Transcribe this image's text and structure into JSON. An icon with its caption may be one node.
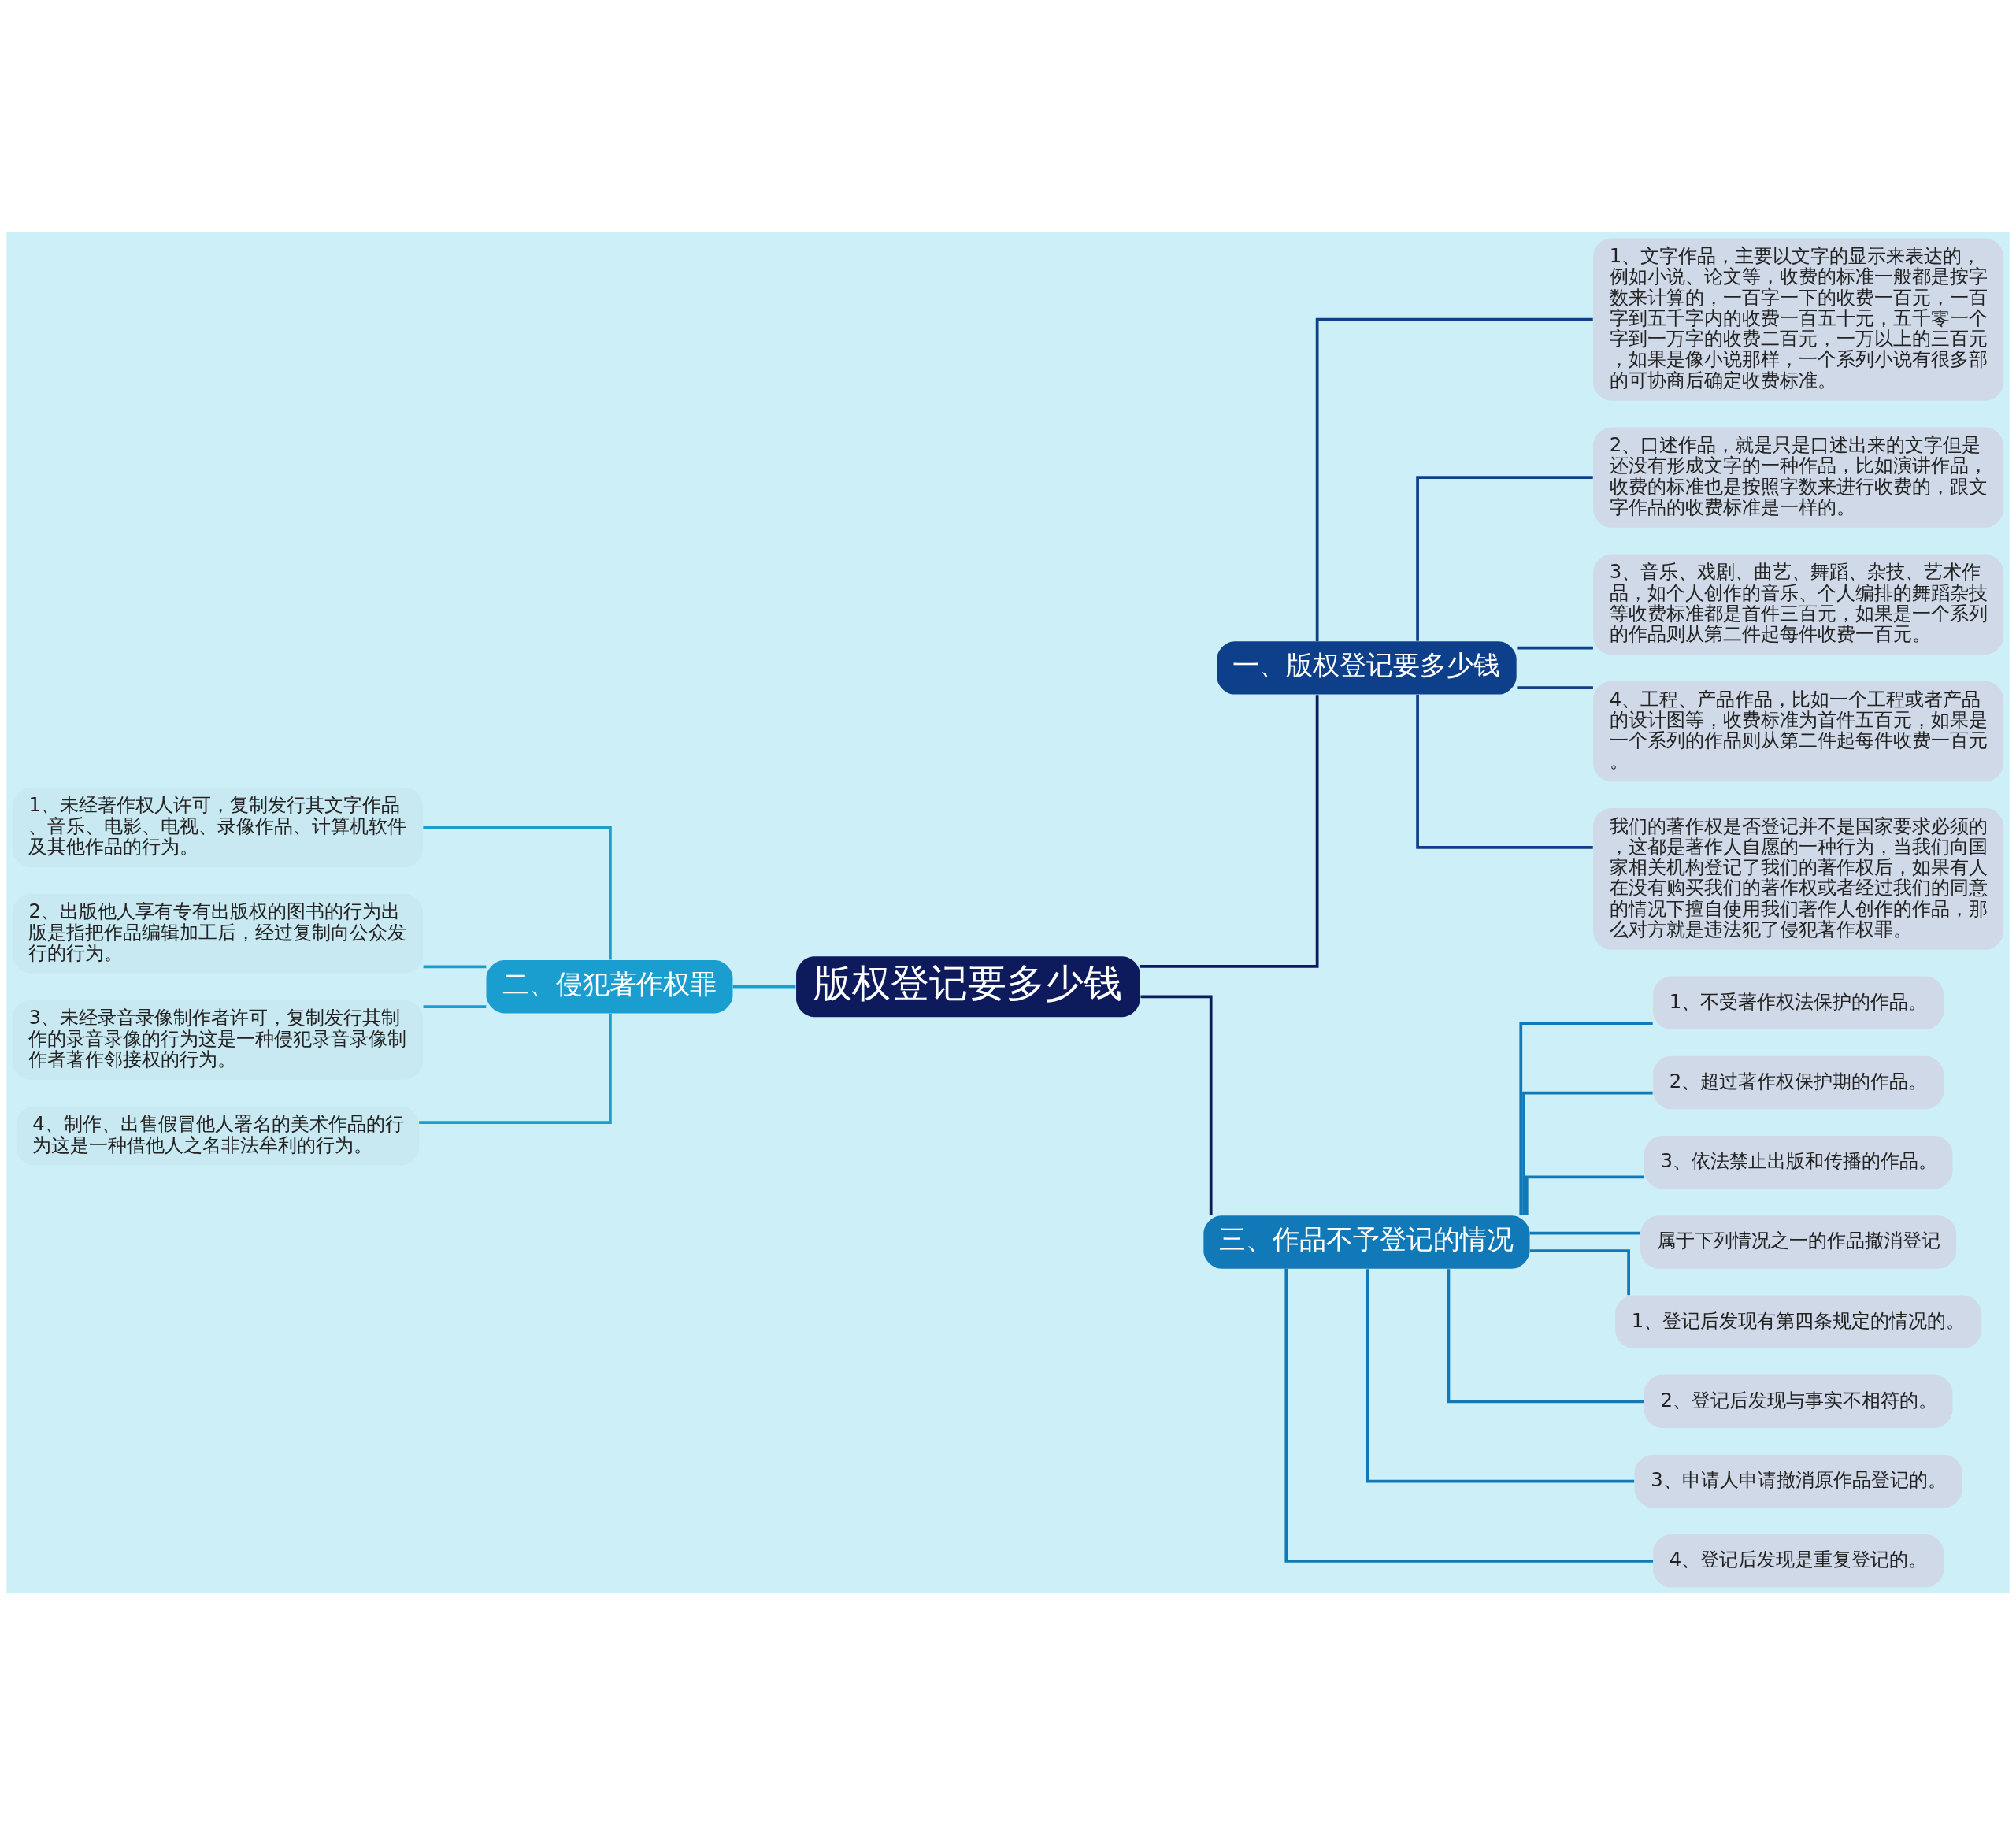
{
  "diagram": {
    "nodes": [
      {
        "text": [
          "版权登记要多少钱"
        ]
      },
      {
        "text": [
          "一、版权登记要多少钱"
        ]
      },
      {
        "text": [
          "1、文字作品，主要以文字的显示来表达的，例如小说、论文等，收费的标准一般都是按字数来计算的，一百字一下的收费一百元，一百字到五千字内的收费一百五十元，五千零一个字到一万字的收费二百元，一万以上的三百元，如果是像小说那样，一个系列小说有很多部的可协商后确定收费标准。"
        ]
      },
      {
        "text": [
          "2、口述作品，就是只是口述出来的文字但是还没有形成文字的一种作品，比如演讲作品，收费的标准也是按照字数来进行收费的，跟文字作品的收费标准是一样的。"
        ]
      },
      {
        "text": [
          "3、音乐、戏剧、曲艺、舞蹈、杂技、艺术作品，如个人创作的音乐、个人编排的舞蹈杂技等收费标准都是首件三百元，如果是一个系列的作品则从第二件起每件收费一百元。"
        ]
      },
      {
        "text": [
          "4、工程、产品作品，比如一个工程或者产品的设计图等，收费标准为首件五百元，如果是一个系列的作品则从第二件起每件收费一百元。"
        ]
      },
      {
        "text": [
          "我们的著作权是否登记并不是国家要求必须的，这都是著作人自愿的一种行为，当我们向国家相关机构登记了我们的著作权后，如果有人在没有购买我们的著作权或者经过我们的同意的情况下擅自使用我们著作人创作的作品，那么对方就是违法犯了侵犯著作权罪。"
        ]
      },
      {
        "text": [
          "二、侵犯著作权罪"
        ]
      },
      {
        "text": [
          "1、未经著作权人许可，复制发行其文字作品、音乐、电影、电视、录像作品、计算机软件及其他作品的行为。"
        ]
      },
      {
        "text": [
          "2、出版他人享有专有出版权的图书的行为出版是指把作品编辑加工后，经过复制向公众发行的行为。"
        ]
      },
      {
        "text": [
          "3、未经录音录像制作者许可，复制发行其制作的录音录像的行为这是一种侵犯录音录像制作者著作邻接权的行为。"
        ]
      },
      {
        "text": [
          "4、制作、出售假冒他人署名的美术作品的行为这是一种借他人之名非法牟利的行为。"
        ]
      },
      {
        "text": [
          "三、作品不予登记的情况"
        ]
      },
      {
        "text": [
          "1、不受著作权法保护的作品。"
        ]
      },
      {
        "text": [
          "2、超过著作权保护期的作品。"
        ]
      },
      {
        "text": [
          "3、依法禁止出版和传播的作品。"
        ]
      },
      {
        "text": [
          "属于下列情况之一的作品撤消登记"
        ]
      },
      {
        "text": [
          "1、登记后发现有第四条规定的情况的。"
        ]
      },
      {
        "text": [
          "2、登记后发现与事实不相符的。"
        ]
      },
      {
        "text": [
          "3、申请人申请撤消原作品登记的。"
        ]
      },
      {
        "text": [
          "4、登记后发现是重复登记的。"
        ]
      }
    ],
    "edges": [
      {
        "from": 0,
        "to": 1,
        "arrow": "none",
        "color": "#0d1b5c"
      },
      {
        "from": 1,
        "to": 2,
        "arrow": "none",
        "color": "#0e3f8a"
      },
      {
        "from": 1,
        "to": 3,
        "arrow": "none",
        "color": "#0e3f8a"
      },
      {
        "from": 1,
        "to": 4,
        "arrow": "none",
        "color": "#0e3f8a"
      },
      {
        "from": 1,
        "to": 5,
        "arrow": "none",
        "color": "#0e3f8a"
      },
      {
        "from": 1,
        "to": 6,
        "arrow": "none",
        "color": "#0e3f8a"
      },
      {
        "from": 0,
        "to": 7,
        "arrow": "none",
        "color": "#1a9ed0"
      },
      {
        "from": 7,
        "to": 8,
        "arrow": "none",
        "color": "#1a9ed0"
      },
      {
        "from": 7,
        "to": 9,
        "arrow": "none",
        "color": "#1a9ed0"
      },
      {
        "from": 7,
        "to": 10,
        "arrow": "none",
        "color": "#1a9ed0"
      },
      {
        "from": 7,
        "to": 11,
        "arrow": "none",
        "color": "#1a9ed0"
      },
      {
        "from": 0,
        "to": 12,
        "arrow": "none",
        "color": "#0d1b5c"
      },
      {
        "from": 12,
        "to": 13,
        "arrow": "none",
        "color": "#1179b8"
      },
      {
        "from": 12,
        "to": 14,
        "arrow": "none",
        "color": "#1179b8"
      },
      {
        "from": 12,
        "to": 15,
        "arrow": "none",
        "color": "#1179b8"
      },
      {
        "from": 12,
        "to": 16,
        "arrow": "none",
        "color": "#1179b8"
      },
      {
        "from": 12,
        "to": 17,
        "arrow": "none",
        "color": "#1179b8"
      },
      {
        "from": 12,
        "to": 18,
        "arrow": "none",
        "color": "#1179b8"
      },
      {
        "from": 12,
        "to": 19,
        "arrow": "none",
        "color": "#1179b8"
      },
      {
        "from": 12,
        "to": 20,
        "arrow": "none",
        "color": "#1179b8"
      }
    ]
  }
}
